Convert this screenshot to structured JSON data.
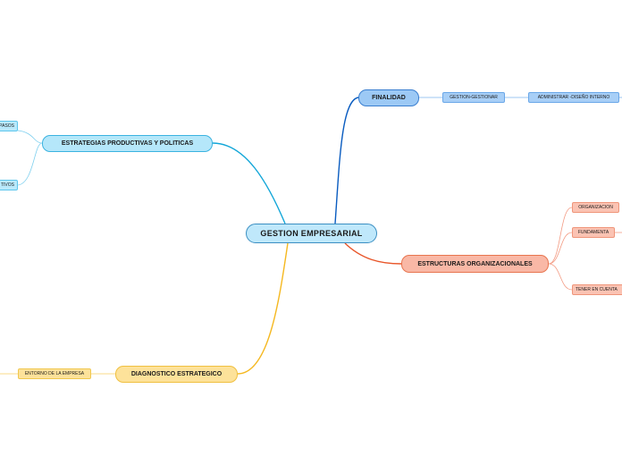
{
  "colors": {
    "central": "#bfe8fb",
    "blue_dark": "#0a5cc0",
    "blue_node": "#9cc9f5",
    "blue_sub": "#a8cff7",
    "cyan_line": "#12a6d8",
    "cyan_node": "#b5e7fa",
    "cyan_sub": "#b9e9fb",
    "orange_line": "#e8562a",
    "orange_node": "#f9b8a6",
    "orange_sub": "#fbc3b3",
    "yellow_line": "#f5b820",
    "yellow_node": "#fde29a",
    "yellow_sub": "#fde29a"
  },
  "central": {
    "label": "GESTION EMPRESARIAL"
  },
  "topics": {
    "finalidad": {
      "label": "FINALIDAD",
      "children": [
        "GESTION-GESTIONAR",
        "ADMINISTRAR -DISEÑO INTERNO"
      ]
    },
    "estrategias": {
      "label": "ESTRATEGIAS PRODUCTIVAS Y POLITICAS",
      "children": [
        "PASOS",
        "TIVOS"
      ]
    },
    "estructuras": {
      "label": "ESTRUCTURAS ORGANIZACIONALES",
      "children": [
        "ORGANIZACION",
        "FUNDAMENTA",
        "TENER EN CUENTA"
      ]
    },
    "diagnostico": {
      "label": "DIAGNOSTICO ESTRATEGICO",
      "children": [
        "ENTORNO DE LA EMPRESA"
      ]
    }
  }
}
